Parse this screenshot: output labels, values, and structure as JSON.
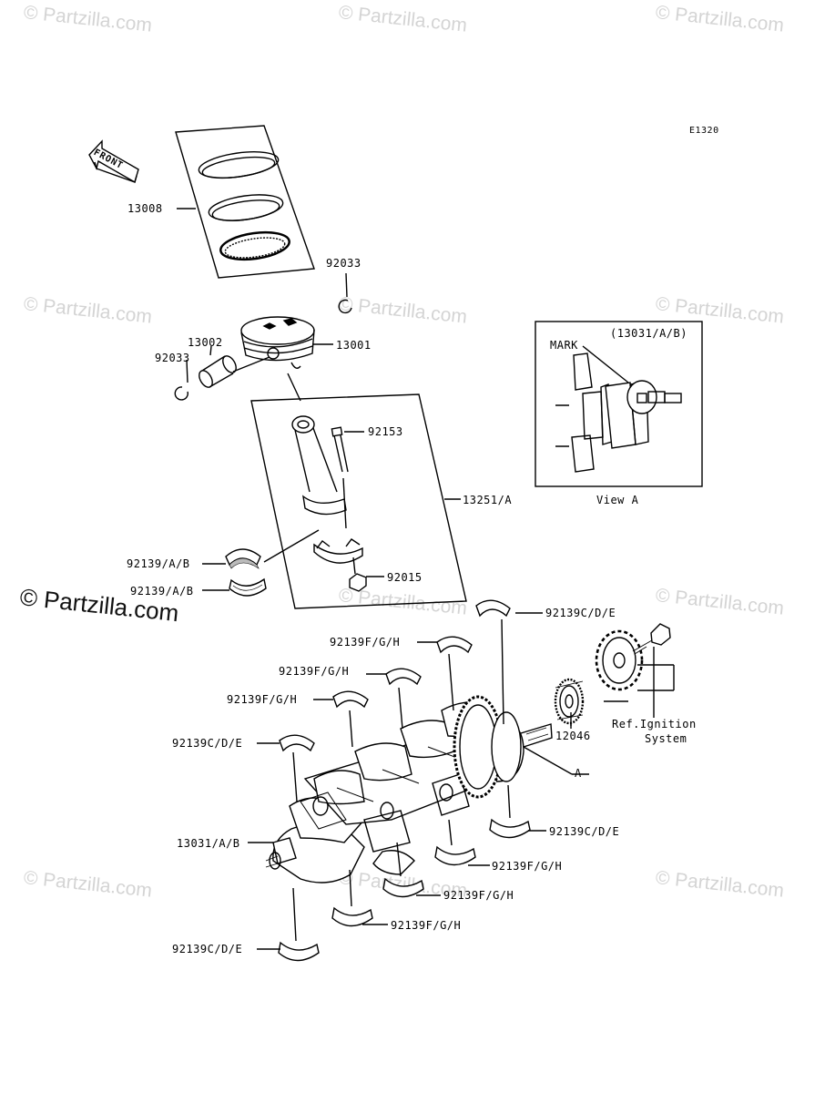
{
  "diagram_code": "E1320",
  "front_label": "FRONT",
  "watermark": "© Partzilla.com",
  "brand_watermark": "© Partzilla.com",
  "view_a": {
    "ref": "(13031/A/B)",
    "mark": "MARK",
    "caption": "View A"
  },
  "ref_note": {
    "line1": "Ref.Ignition",
    "line2": "System"
  },
  "callout_a": "A",
  "parts": {
    "p13008": "13008",
    "p92033_top": "92033",
    "p13001": "13001",
    "p13002": "13002",
    "p92033_left": "92033",
    "p92153": "92153",
    "p13251": "13251/A",
    "p92139ab_1": "92139/A/B",
    "p92139ab_2": "92139/A/B",
    "p92015": "92015",
    "p92139cde_1": "92139C/D/E",
    "p92139fgh_1": "92139F/G/H",
    "p92139fgh_2": "92139F/G/H",
    "p92139fgh_3": "92139F/G/H",
    "p92139cde_2": "92139C/D/E",
    "p12046": "12046",
    "p13031": "13031/A/B",
    "p92139cde_3": "92139C/D/E",
    "p92139fgh_4": "92139F/G/H",
    "p92139fgh_5": "92139F/G/H",
    "p92139fgh_6": "92139F/G/H",
    "p92139cde_4": "92139C/D/E"
  }
}
